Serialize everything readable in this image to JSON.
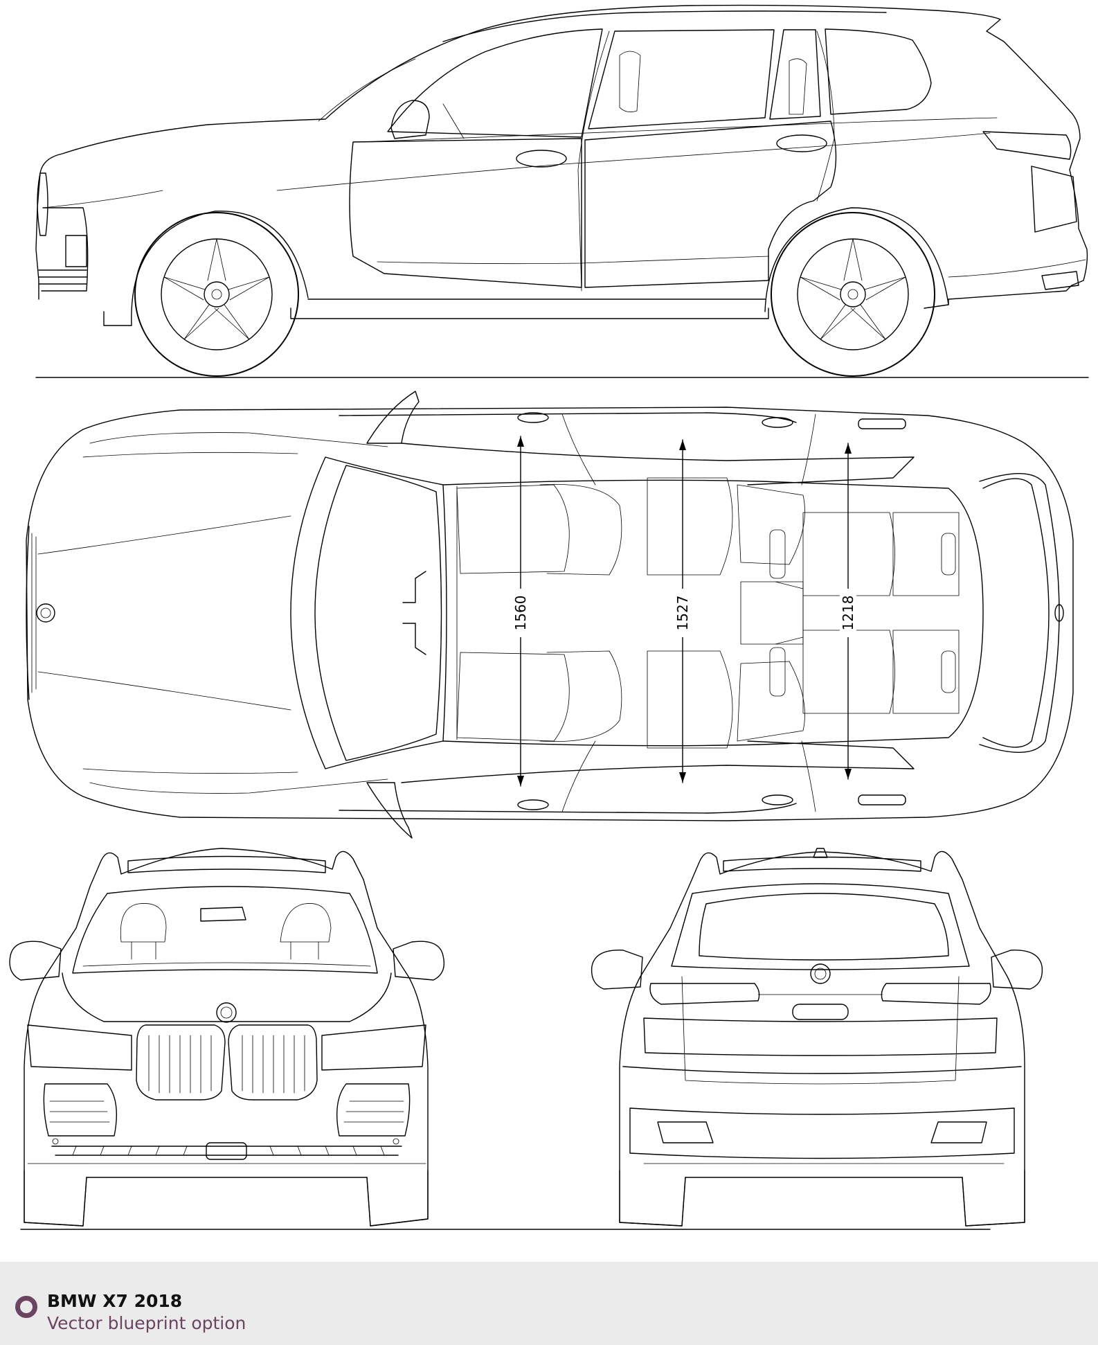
{
  "caption": {
    "title": "BMW X7 2018",
    "subtitle": "Vector blueprint option",
    "accent_color": "#6b4461",
    "icon": "ring-bullet-icon"
  },
  "dimensions": {
    "front_track": "1560",
    "middle_track": "1527",
    "rear_track": "1218"
  }
}
